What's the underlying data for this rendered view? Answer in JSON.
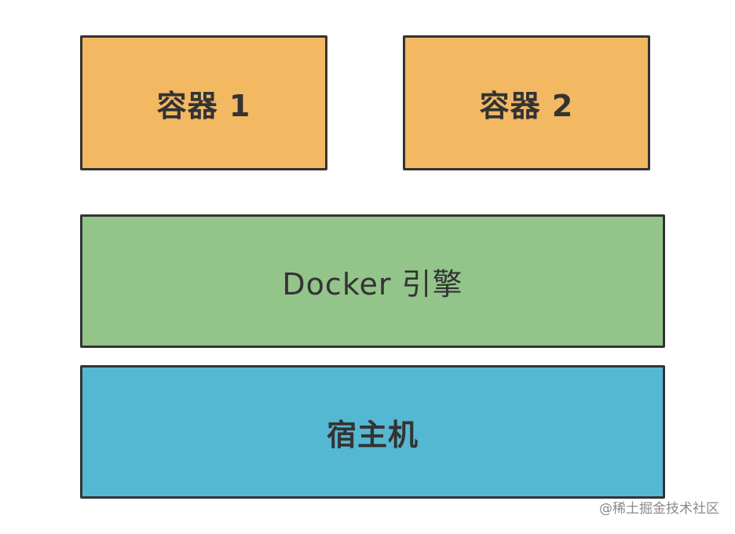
{
  "boxes": {
    "container1": {
      "label": "容器 1",
      "color": "#F2B862"
    },
    "container2": {
      "label": "容器 2",
      "color": "#F2B862"
    },
    "engine": {
      "label": "Docker 引擎",
      "color": "#93C48A"
    },
    "host": {
      "label": "宿主机",
      "color": "#55B8D2"
    }
  },
  "watermark": "@稀土掘金技术社区"
}
